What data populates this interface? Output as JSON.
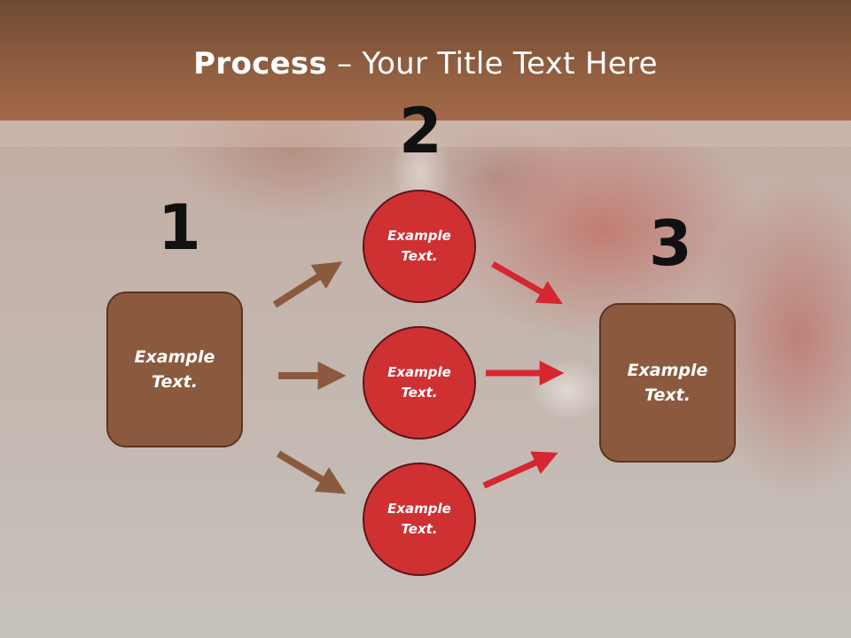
{
  "header": {
    "title_bold": "Process",
    "title_rest": " – Your Title Text Here"
  },
  "steps": {
    "step1_number": "1",
    "step2_number": "2",
    "step3_number": "3"
  },
  "nodes": {
    "left_box": "Example\nText.",
    "circle_top": "Example\nText.",
    "circle_middle": "Example\nText.",
    "circle_bottom": "Example\nText.",
    "right_box": "Example\nText."
  },
  "colors": {
    "header": "#8a5a3d",
    "box_fill": "#8b5a3e",
    "circle_fill": "#cf3133",
    "brown_arrow": "#8b5a3e",
    "red_arrow": "#d6262f"
  }
}
